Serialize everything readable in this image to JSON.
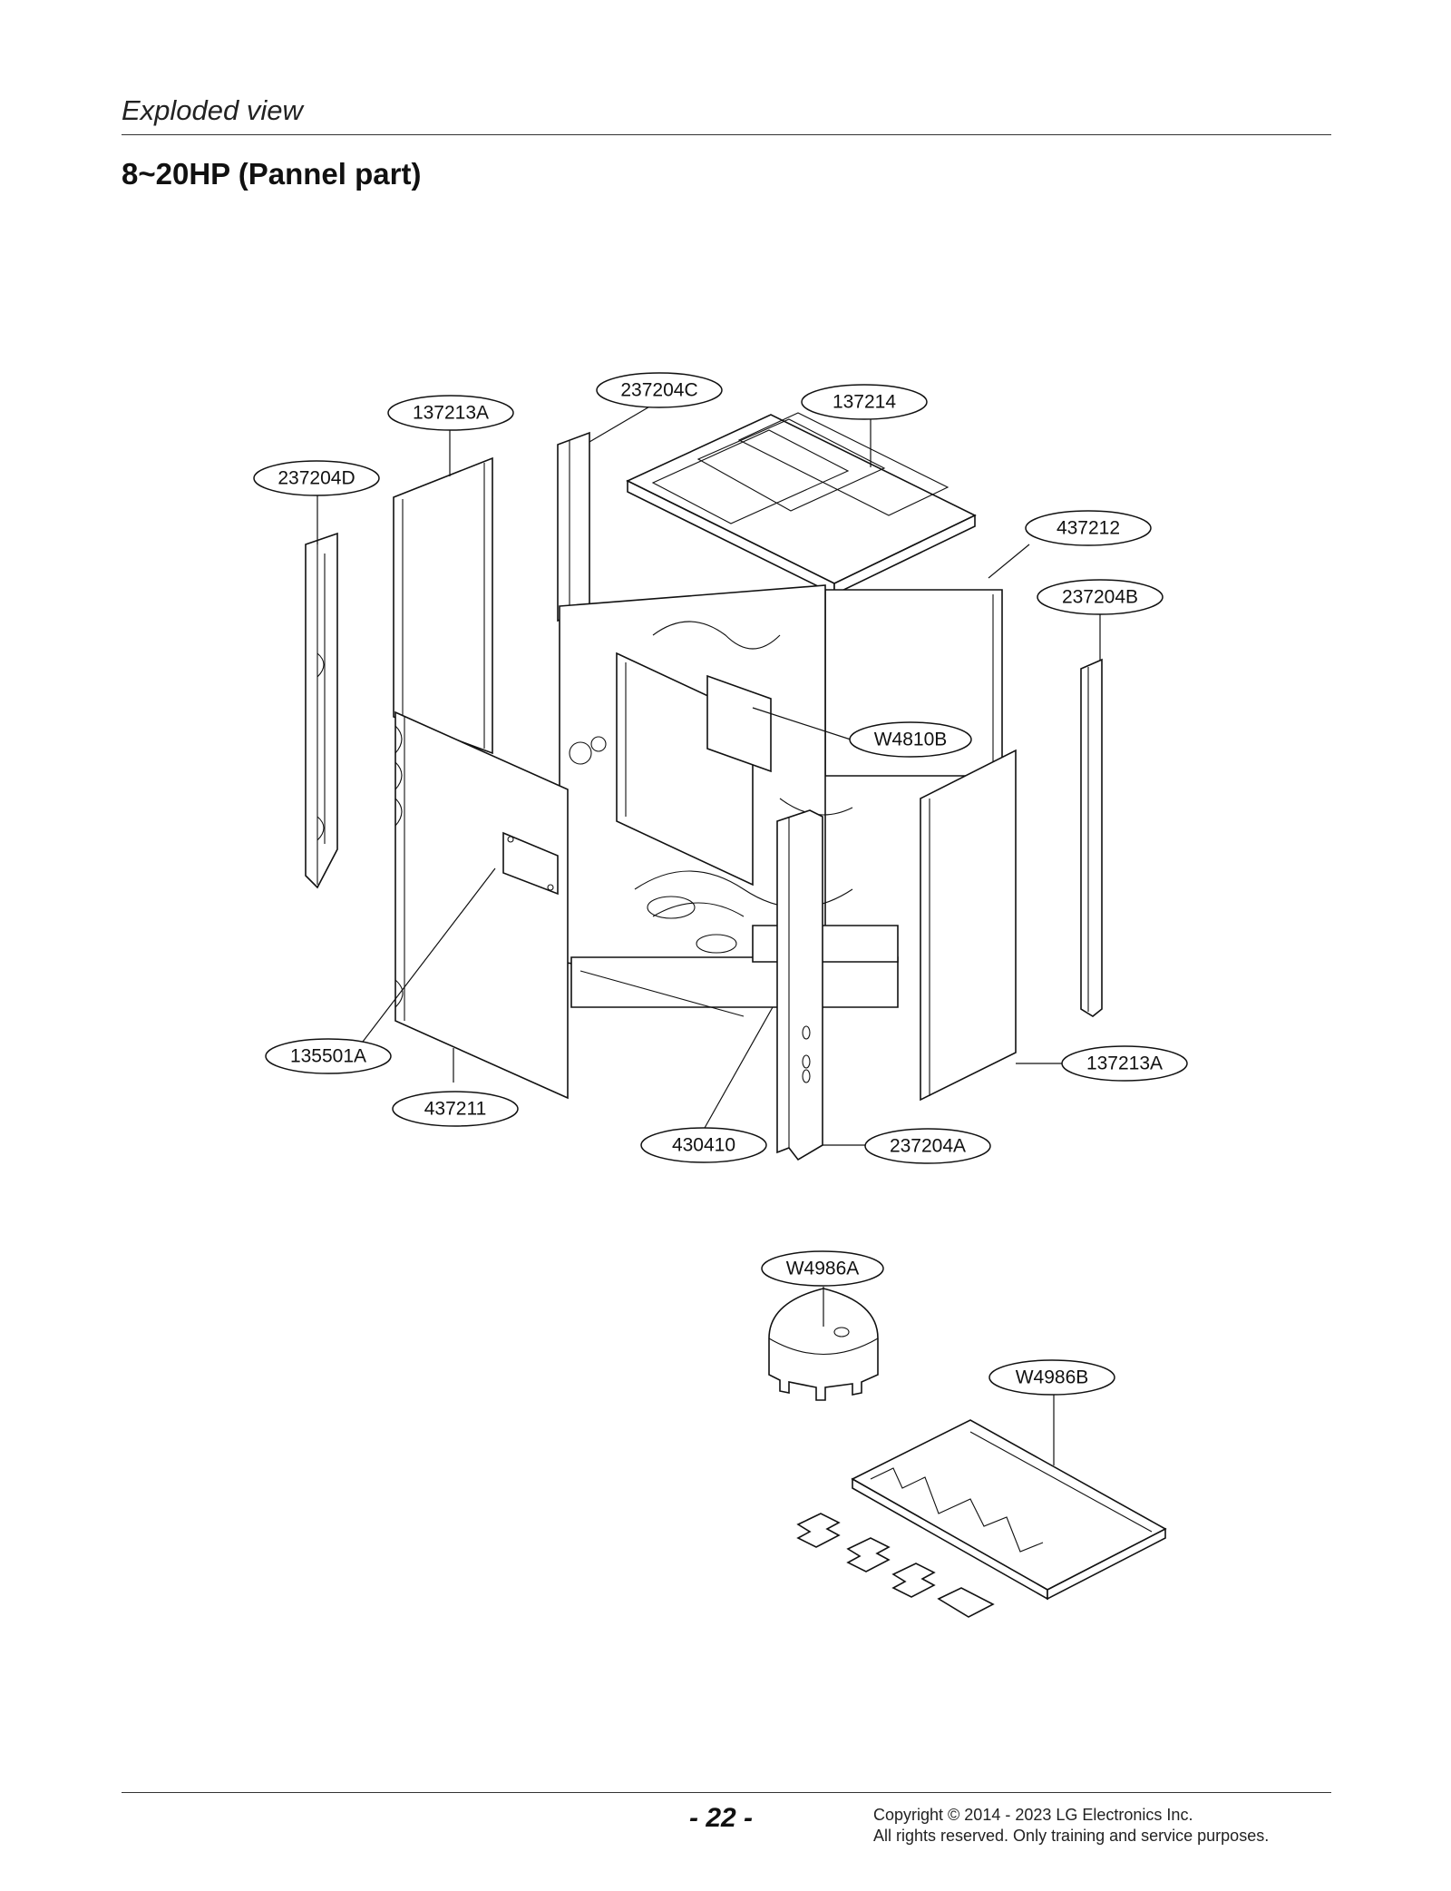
{
  "header": {
    "section": "Exploded view",
    "title": "8~20HP (Pannel part)"
  },
  "callouts": [
    {
      "id": "237204C",
      "label": "237204C"
    },
    {
      "id": "137214",
      "label": "137214"
    },
    {
      "id": "137213A-top",
      "label": "137213A"
    },
    {
      "id": "237204D",
      "label": "237204D"
    },
    {
      "id": "437212",
      "label": "437212"
    },
    {
      "id": "237204B",
      "label": "237204B"
    },
    {
      "id": "W4810B",
      "label": "W4810B"
    },
    {
      "id": "135501A",
      "label": "135501A"
    },
    {
      "id": "437211",
      "label": "437211"
    },
    {
      "id": "137213A-right",
      "label": "137213A"
    },
    {
      "id": "430410",
      "label": "430410"
    },
    {
      "id": "237204A",
      "label": "237204A"
    },
    {
      "id": "W4986A",
      "label": "W4986A"
    },
    {
      "id": "W4986B",
      "label": "W4986B"
    }
  ],
  "footer": {
    "page_number": "- 22 -",
    "copyright_line1": "Copyright © 2014 - 2023 LG Electronics Inc.",
    "copyright_line2": "All rights reserved. Only training and service purposes."
  }
}
